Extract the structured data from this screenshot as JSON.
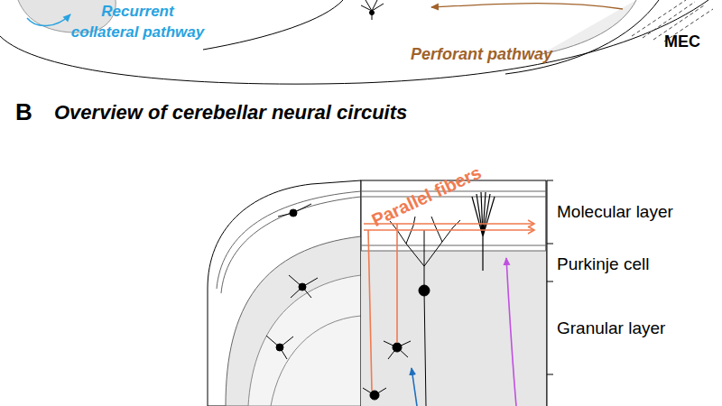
{
  "diagram": {
    "title": "Overview of cerebellar neural circuits",
    "labels": [
      "Recurrent collateral pathway",
      "MEC",
      "Perforant pathway",
      "B",
      "Parallel fibers",
      "Molecular layer",
      "Purkinje cell",
      "Granular layer"
    ]
  }
}
